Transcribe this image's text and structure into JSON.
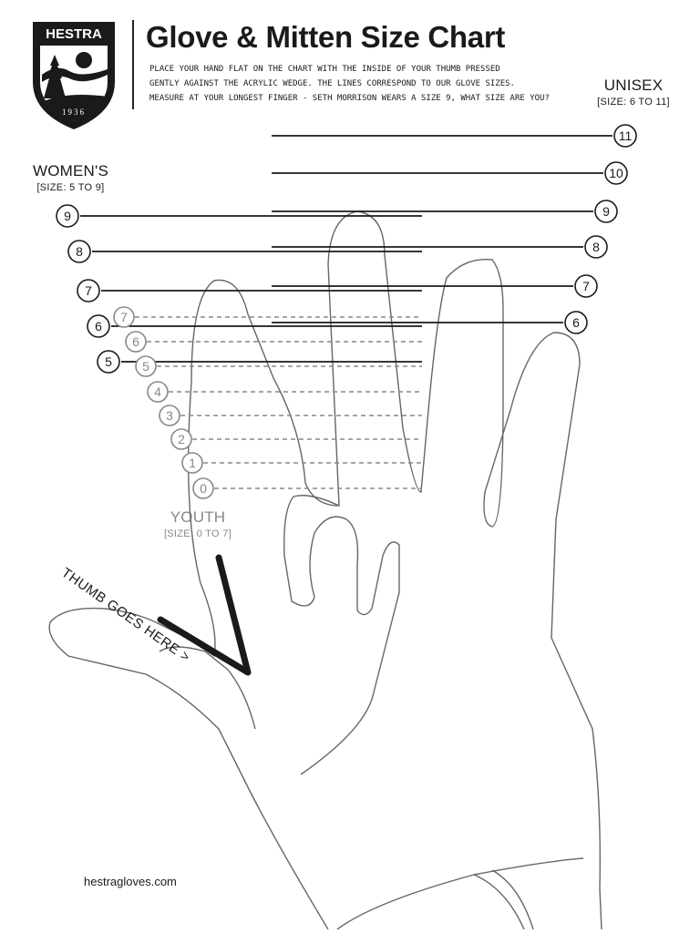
{
  "brand": {
    "name": "HESTRA",
    "year": "1936",
    "colors": {
      "ink": "#1a1a1a",
      "youth_gray": "#888888"
    }
  },
  "header": {
    "title": "Glove & Mitten Size Chart",
    "instructions": [
      "PLACE YOUR HAND FLAT ON THE CHART WITH THE INSIDE OF YOUR THUMB PRESSED",
      "GENTLY AGAINST THE ACRYLIC WEDGE.  THE LINES CORRESPOND TO OUR GLOVE SIZES.",
      "MEASURE AT YOUR LONGEST FINGER - SETH MORRISON WEARS A SIZE 9, WHAT SIZE ARE YOU?"
    ]
  },
  "size_groups": {
    "unisex": {
      "name": "UNISEX",
      "range": "[SIZE: 6 TO 11]",
      "sizes": [
        "11",
        "10",
        "9",
        "8",
        "7",
        "6"
      ]
    },
    "womens": {
      "name": "WOMEN'S",
      "range": "[SIZE: 5 TO 9]",
      "sizes": [
        "9",
        "8",
        "7",
        "6",
        "5"
      ]
    },
    "youth": {
      "name": "YOUTH",
      "range": "[SIZE: 0 TO 7]",
      "sizes": [
        "7",
        "6",
        "5",
        "4",
        "3",
        "2",
        "1",
        "0"
      ]
    }
  },
  "thumb_label": "THUMB GOES HERE >",
  "footer": {
    "website": "hestragloves.com"
  }
}
